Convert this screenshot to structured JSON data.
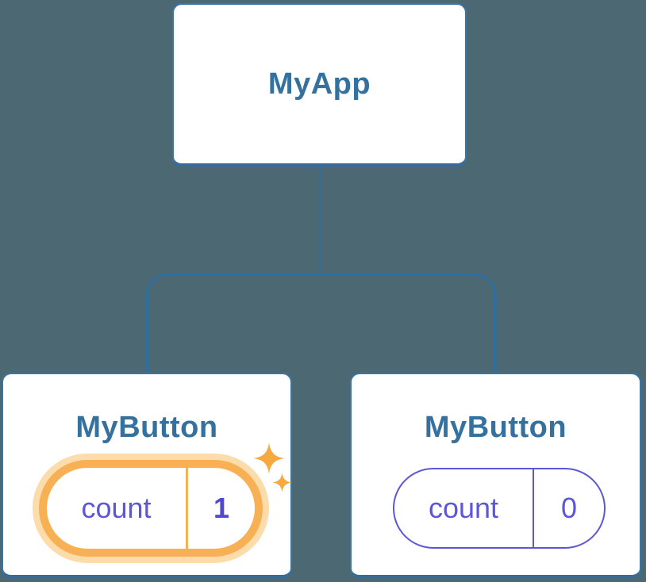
{
  "diagram": {
    "title": "component-state-tree",
    "root": {
      "label": "MyApp"
    },
    "children": [
      {
        "label": "MyButton",
        "prop": "count",
        "value": "1",
        "highlighted": true
      },
      {
        "label": "MyButton",
        "prop": "count",
        "value": "0",
        "highlighted": false
      }
    ]
  },
  "icons": {
    "sparkle_large": "sparkle-icon",
    "sparkle_small": "sparkle-icon"
  },
  "colors": {
    "canvas-bg": "#4c6873",
    "card-border": "#3a75a7",
    "card-border-bottom": "#356b9e",
    "connector": "#2e6fa2",
    "node-label": "#35719f",
    "state-text": "#5b57d7",
    "state-value-bold": "#5048cf",
    "highlight-ring": "#f8b054",
    "highlight-halo": "#fbdcaa",
    "sparkle": "#f5a93f"
  }
}
